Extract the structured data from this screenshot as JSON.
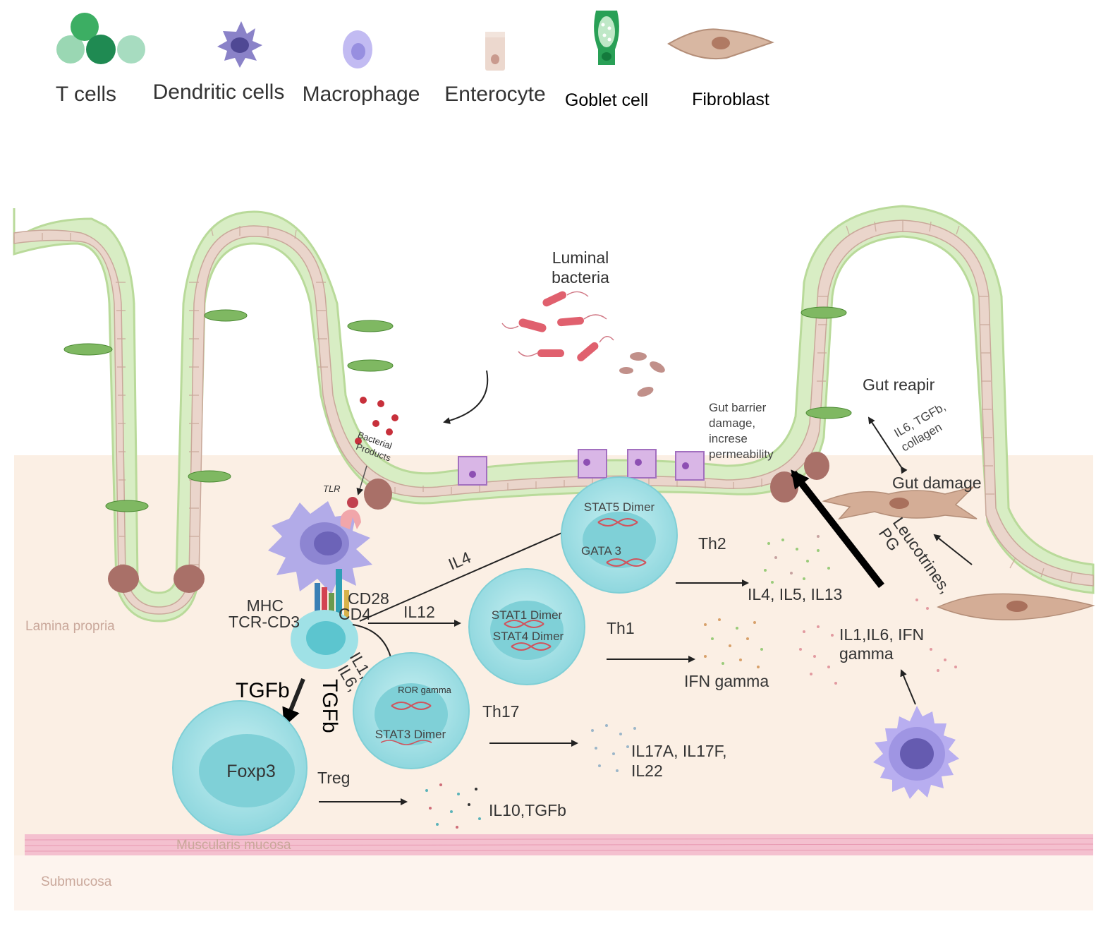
{
  "legend": {
    "t_cells": "T cells",
    "dendritic_cells": "Dendritic cells",
    "macrophage": "Macrophage",
    "enterocyte": "Enterocyte",
    "goblet_cell": "Goblet cell",
    "fibroblast": "Fibroblast"
  },
  "labels": {
    "luminal_bacteria_1": "Luminal",
    "luminal_bacteria_2": "bacteria",
    "bacterial_products_1": "Bacterial",
    "bacterial_products_2": "Products",
    "tlr": "TLR",
    "mhc": "MHC",
    "tcr_cd3": "TCR-CD3",
    "cd28": "CD28",
    "cd4": "CD4",
    "lamina_propria": "Lamina propria",
    "il4": "IL4",
    "il12": "IL12",
    "il1": "IL1,",
    "il6": "IL6,",
    "tgfb_rot": "TGFb",
    "tgfb_left": "TGFb",
    "stat5": "STAT5 Dimer",
    "gata3": "GATA 3",
    "th2": "Th2",
    "stat1": "STAT1 Dimer",
    "stat4": "STAT4 Dimer",
    "th1": "Th1",
    "ror_gamma": "ROR gamma",
    "stat3": "STAT3 Dimer",
    "th17": "Th17",
    "foxp3": "Foxp3",
    "treg": "Treg",
    "il4_il5_il13": "IL4, IL5, IL13",
    "ifn_gamma": "IFN gamma",
    "il17": "IL17A, IL17F,",
    "il22": "IL22",
    "il10_tgfb": "IL10,TGFb",
    "il1_il6_ifn_1": "IL1,IL6, IFN",
    "il1_il6_ifn_2": "gamma",
    "gut_barrier_1": "Gut barrier",
    "gut_barrier_2": "damage,",
    "gut_barrier_3": "increse",
    "gut_barrier_4": "permeability",
    "gut_repair": "Gut reapir",
    "il6_tgfb_collagen_1": "IL6, TGFb,",
    "il6_tgfb_collagen_2": "collagen",
    "gut_damage": "Gut damage",
    "leucotrines_1": "Leucotrines,",
    "leucotrines_2": "PG",
    "muscularis_mucosa": "Muscularis mucosa",
    "submucosa": "Submucosa"
  },
  "colors": {
    "lamina": "#fbefe4",
    "epithelium": "#d8edc4",
    "enterocyte": "#ead5cb",
    "tcell": "#9fe1e6",
    "tcell_nucleus": "#62c4cf",
    "dendritic": "#a7a0df",
    "macrophage": "#b8aef0",
    "fibroblast": "#d4ad96",
    "bacteria": "#e0606e",
    "muscularis": "#f4c0cf"
  }
}
